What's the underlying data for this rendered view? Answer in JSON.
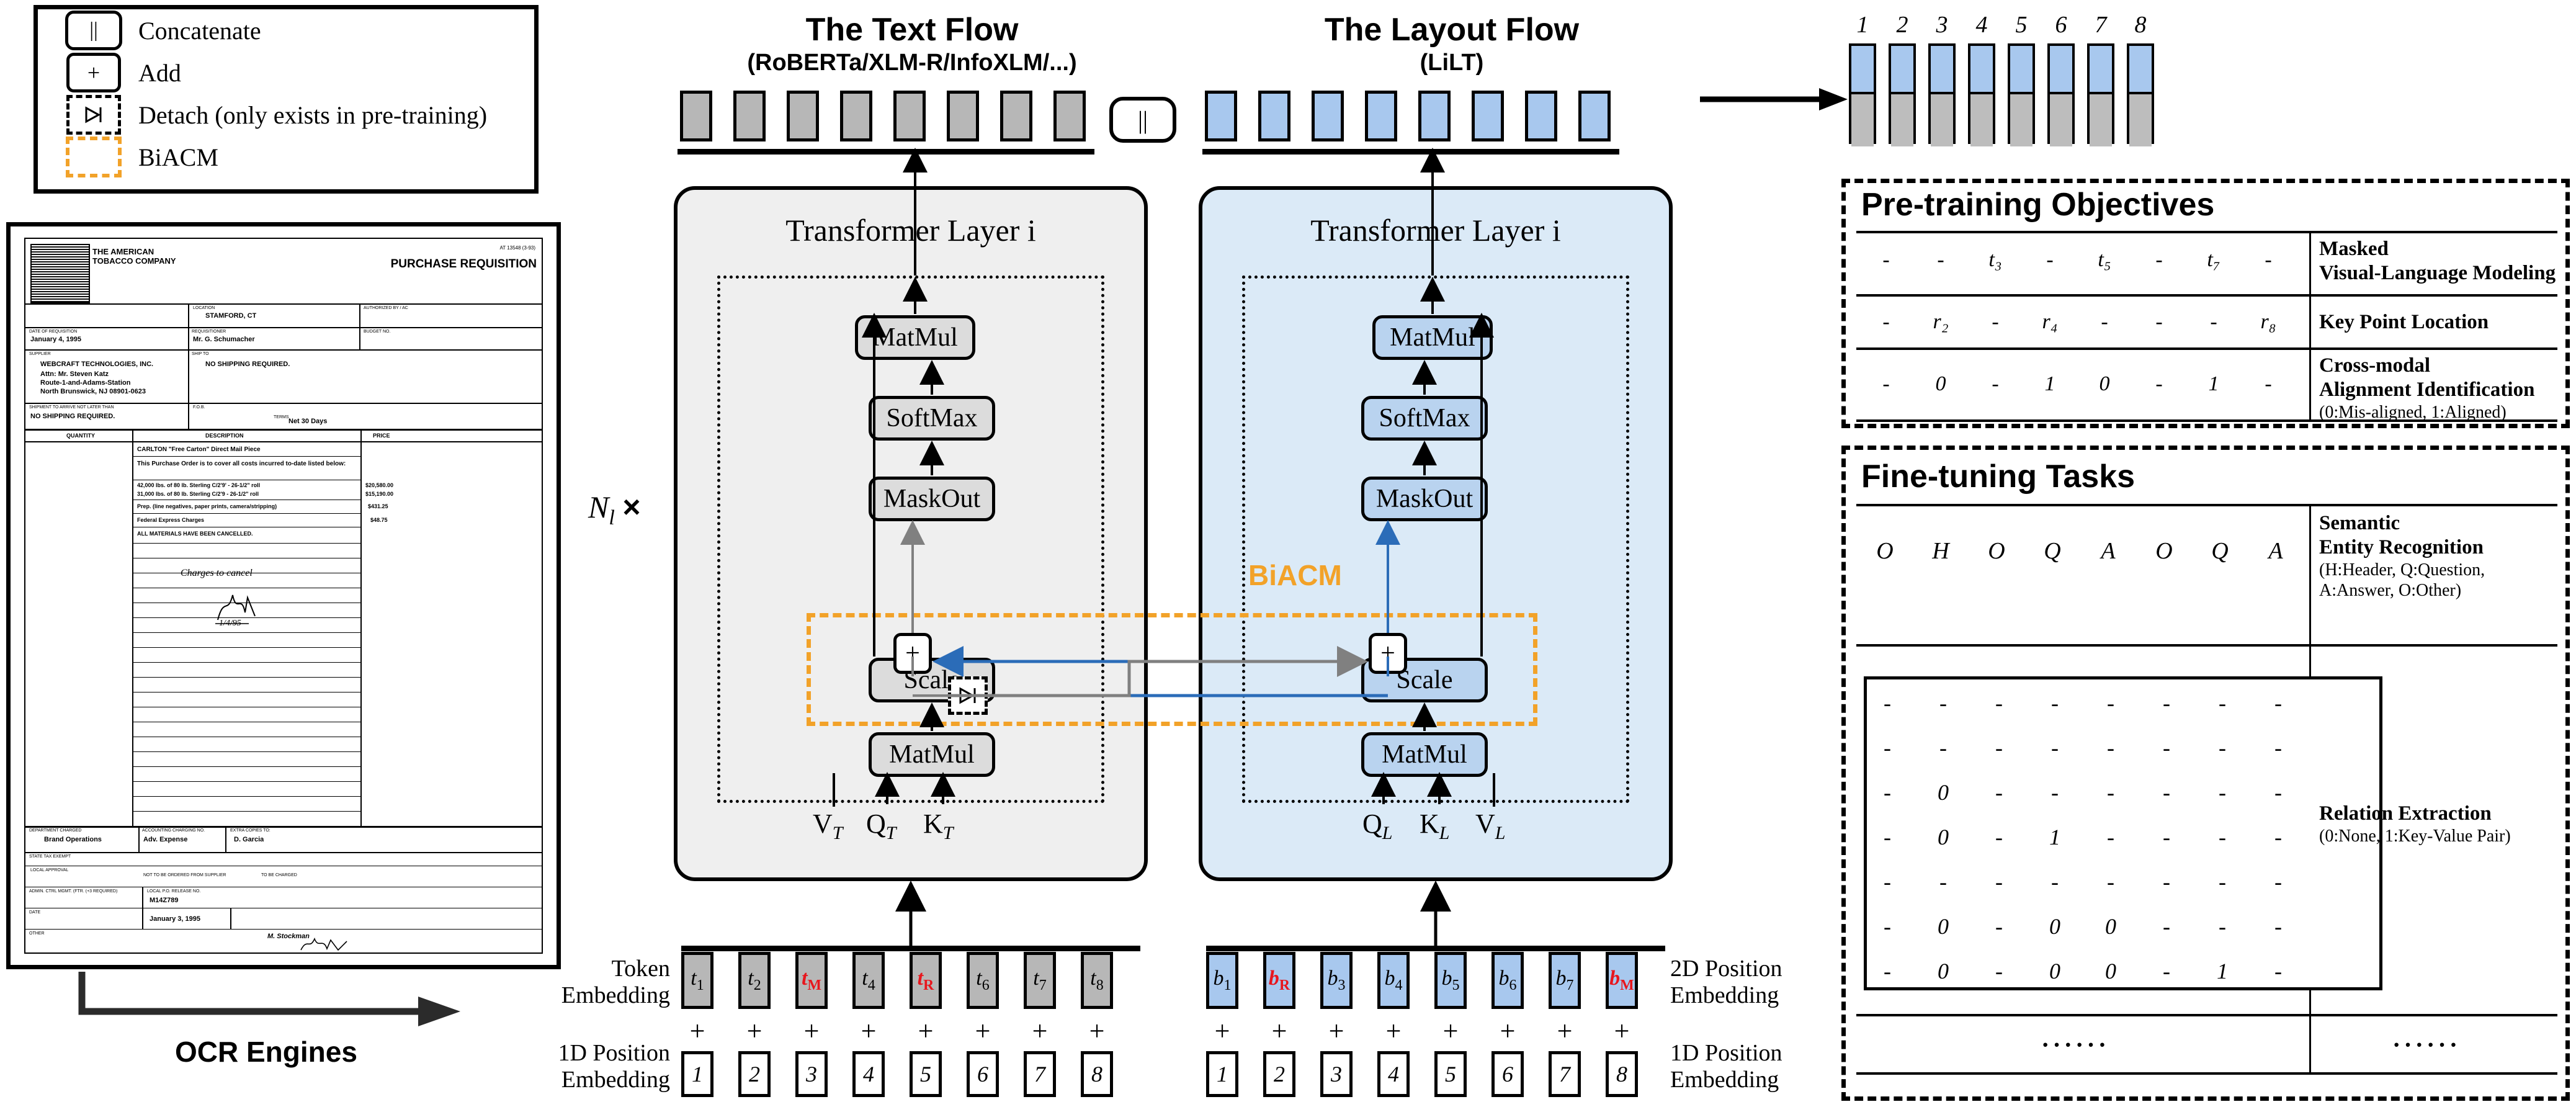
{
  "legend": {
    "items": [
      {
        "symbol": "||",
        "label": "Concatenate",
        "icon": "concatenate-icon"
      },
      {
        "symbol": "+",
        "label": "Add",
        "icon": "add-icon"
      },
      {
        "symbol": "▷",
        "label": "Detach (only exists in pre-training)",
        "icon": "detach-icon"
      },
      {
        "symbol": "",
        "label": "BiACM",
        "icon": "biacm-icon"
      }
    ]
  },
  "document": {
    "company": "THE AMERICAN TOBACCO COMPANY",
    "title": "PURCHASE REQUISITION",
    "ref": "AT 13548 (3-93)",
    "fields": [
      {
        "label": "LOCATION",
        "value": "STAMFORD, CT"
      },
      {
        "label": "AUTHORIZED BY / AC",
        "value": ""
      },
      {
        "label": "DATE OF REQUISITION",
        "value": "January 4, 1995"
      },
      {
        "label": "REQUISITIONER",
        "value": "Mr. G. Schumacher"
      },
      {
        "label": "BUDGET NO.",
        "value": ""
      },
      {
        "label": "SUPPLIER",
        "value": "WEBCRAFT TECHNOLOGIES, INC."
      },
      {
        "label": "SHIP TO",
        "value": "NO SHIPPING REQUIRED."
      },
      {
        "label": "",
        "value": "Attn: Mr. Steven Katz"
      },
      {
        "label": "",
        "value": "Route-1-and-Adams-Station"
      },
      {
        "label": "",
        "value": "North Brunswick, NJ 08901-0623"
      },
      {
        "label": "SHIPMENT TO ARRIVE NOT LATER THAN",
        "value": "NO SHIPPING REQUIRED."
      },
      {
        "label": "F.O.B.",
        "value": ""
      },
      {
        "label": "TERMS",
        "value": "Net 30 Days"
      }
    ],
    "table_headers": [
      "QUANTITY",
      "DESCRIPTION",
      "PRICE"
    ],
    "rows": [
      {
        "qty": "",
        "desc": "CARLTON \"Free Carton\" Direct Mail Piece",
        "price": ""
      },
      {
        "qty": "",
        "desc": "This Purchase Order is to cover all costs incurred to-date listed below:",
        "price": ""
      },
      {
        "qty": "",
        "desc": "42,000 lbs. of 80 lb. Sterling C/2'9' - 26-1/2\" roll",
        "price": "$20,580.00"
      },
      {
        "qty": "",
        "desc": "31,000 lbs. of 80 lb. Sterling C/2'9 - 26-1/2\" roll",
        "price": "$15,190.00"
      },
      {
        "qty": "",
        "desc": "Prep. (line negatives, paper prints, camera/stripping)",
        "price": "$431.25"
      },
      {
        "qty": "",
        "desc": "Federal Express Charges",
        "price": "$48.75"
      },
      {
        "qty": "",
        "desc": "ALL MATERIALS HAVE BEEN CANCELLED.",
        "price": ""
      }
    ],
    "handwriting": [
      "Charges to cancel",
      "M. H.",
      "1/4/95"
    ],
    "footer": [
      {
        "label": "DEPARTMENT CHARGED",
        "value": "Brand Operations"
      },
      {
        "label": "ACCOUNTING CHARGING NO.",
        "value": "Adv. Expense"
      },
      {
        "label": "EXTRA COPIES TO:",
        "value": "D. Garcia"
      },
      {
        "label": "STATE TAX EXEMPT",
        "value": ""
      },
      {
        "label": "LOCAL APPROVAL",
        "value": ""
      },
      {
        "label": "NOT TO BE ORDERED FROM SUPPLIER",
        "value": ""
      },
      {
        "label": "TO BE CHARGED",
        "value": ""
      },
      {
        "label": "ADMIN. CTRL MGMT. (FTR. (+3 REQUIRED)",
        "value": "M14Z789"
      },
      {
        "label": "LOCAL P.O. RELEASE NO.",
        "value": ""
      },
      {
        "label": "DATE",
        "value": "January 3, 1995"
      },
      {
        "label": "OTHER",
        "value": "M. Stockman"
      }
    ]
  },
  "ocr": {
    "label": "OCR Engines"
  },
  "flows": {
    "text": {
      "title": "The Text Flow",
      "subtitle": "(RoBERTa/XLM-R/InfoXLM/...)",
      "panel_title": "Transformer Layer i",
      "ops": [
        "MatMul",
        "SoftMax",
        "MaskOut",
        "Scale",
        "MatMul"
      ],
      "inputs": [
        "V",
        "Q",
        "K"
      ],
      "input_sub": "T"
    },
    "layout": {
      "title": "The Layout Flow",
      "subtitle": "(LiLT)",
      "panel_title": "Transformer Layer i",
      "ops": [
        "MatMul",
        "SoftMax",
        "MaskOut",
        "Scale",
        "MatMul"
      ],
      "inputs": [
        "Q",
        "K",
        "V"
      ],
      "input_sub": "L"
    },
    "repeat_label": "N",
    "repeat_sub": "l",
    "repeat_times": "×",
    "biacm_label": "BiACM",
    "add_symbol": "+",
    "detach_symbol": "▷",
    "concat_symbol": "||"
  },
  "embeddings": {
    "token_label_line1": "Token",
    "token_label_line2": "Embedding",
    "pos1d_label_line1": "1D Position",
    "pos1d_label_line2": "Embedding",
    "pos2d_label_line1": "2D Position",
    "pos2d_label_line2": "Embedding",
    "pos1d_right_line1": "1D Position",
    "pos1d_right_line2": "Embedding",
    "plus": "+",
    "text_tokens": [
      {
        "base": "t",
        "sub": "1",
        "masked": false
      },
      {
        "base": "t",
        "sub": "2",
        "masked": false
      },
      {
        "base": "t",
        "sub": "M",
        "masked": true
      },
      {
        "base": "t",
        "sub": "4",
        "masked": false
      },
      {
        "base": "t",
        "sub": "R",
        "masked": true
      },
      {
        "base": "t",
        "sub": "6",
        "masked": false
      },
      {
        "base": "t",
        "sub": "7",
        "masked": false
      },
      {
        "base": "t",
        "sub": "8",
        "masked": false
      }
    ],
    "layout_tokens": [
      {
        "base": "b",
        "sub": "1",
        "masked": false
      },
      {
        "base": "b",
        "sub": "R",
        "masked": true
      },
      {
        "base": "b",
        "sub": "3",
        "masked": false
      },
      {
        "base": "b",
        "sub": "4",
        "masked": false
      },
      {
        "base": "b",
        "sub": "5",
        "masked": false
      },
      {
        "base": "b",
        "sub": "6",
        "masked": false
      },
      {
        "base": "b",
        "sub": "7",
        "masked": false
      },
      {
        "base": "b",
        "sub": "M",
        "masked": true
      }
    ],
    "positions": [
      "1",
      "2",
      "3",
      "4",
      "5",
      "6",
      "7",
      "8"
    ]
  },
  "output_bars": {
    "indices": [
      "1",
      "2",
      "3",
      "4",
      "5",
      "6",
      "7",
      "8"
    ],
    "top_color": "#a8c8ee",
    "bottom_color": "#bdbdbd"
  },
  "pretraining": {
    "title": "Pre-training Objectives",
    "rows": [
      {
        "cells": [
          "-",
          "-",
          "t₃",
          "-",
          "t₅",
          "-",
          "t₇",
          "-"
        ],
        "name": "Masked\nVisual-Language Modeling",
        "name_line1": "Masked",
        "name_line2": "Visual-Language Modeling",
        "note": ""
      },
      {
        "cells": [
          "-",
          "r₂",
          "-",
          "r₄",
          "-",
          "-",
          "-",
          "r₈"
        ],
        "name_line1": "Key Point Location",
        "name_line2": "",
        "note": ""
      },
      {
        "cells": [
          "-",
          "0",
          "-",
          "1",
          "0",
          "-",
          "1",
          "-"
        ],
        "name_line1": "Cross-modal",
        "name_line2": "Alignment Identification",
        "note": "(0:Mis-aligned, 1:Aligned)"
      }
    ]
  },
  "finetuning": {
    "title": "Fine-tuning Tasks",
    "ser": {
      "cells": [
        "O",
        "H",
        "O",
        "Q",
        "A",
        "O",
        "Q",
        "A"
      ],
      "name_line1": "Semantic",
      "name_line2": "Entity Recognition",
      "note_line1": "(H:Header, Q:Question,",
      "note_line2": " A:Answer, O:Other)"
    },
    "re": {
      "name": "Relation Extraction",
      "note": "(0:None, 1:Key-Value Pair)",
      "matrix": [
        [
          "-",
          "-",
          "-",
          "-",
          "-",
          "-",
          "-",
          "-"
        ],
        [
          "-",
          "-",
          "-",
          "-",
          "-",
          "-",
          "-",
          "-"
        ],
        [
          "-",
          "0",
          "-",
          "-",
          "-",
          "-",
          "-",
          "-"
        ],
        [
          "-",
          "0",
          "-",
          "1",
          "-",
          "-",
          "-",
          "-"
        ],
        [
          "-",
          "-",
          "-",
          "-",
          "-",
          "-",
          "-",
          "-"
        ],
        [
          "-",
          "0",
          "-",
          "0",
          "0",
          "-",
          "-",
          "-"
        ],
        [
          "-",
          "0",
          "-",
          "0",
          "0",
          "-",
          "1",
          "-"
        ]
      ]
    },
    "ellipsis_left": "······",
    "ellipsis_right": "······"
  },
  "colors": {
    "text_panel": "#efefef",
    "layout_panel": "#dbeaf7",
    "token_gray": "#b7b7b7",
    "token_blue": "#a8c8ee",
    "biacm_orange": "#f2a229",
    "mask_red": "#e8161d",
    "arrow_blue": "#2b6cb8",
    "arrow_gray": "#808080"
  }
}
